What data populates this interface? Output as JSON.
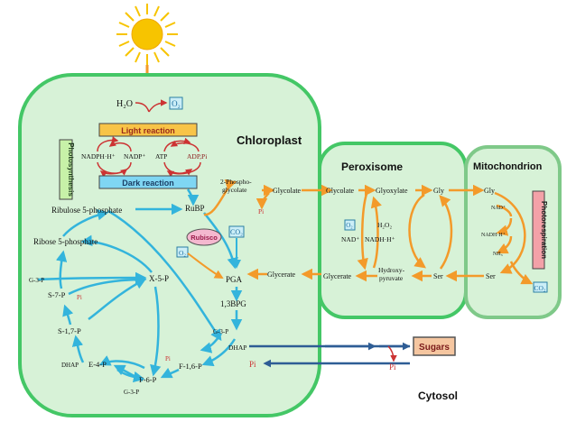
{
  "compartments": {
    "chloroplast": "Chloroplast",
    "peroxisome": "Peroxisome",
    "mitochondrion": "Mitochondrion",
    "cytosol": "Cytosol"
  },
  "boxes": {
    "photosynthesis": "Photosynthesis",
    "light_reaction": "Light reaction",
    "dark_reaction": "Dark reaction",
    "rubisco": "Rubisco",
    "sugars": "Sugars",
    "photorespiration": "Photorespiration"
  },
  "light": {
    "h2o": "H₂O",
    "o2": "O₂",
    "nadph": "NADPH·H⁺",
    "nadp": "NADP⁺",
    "atp": "ATP",
    "adp_pi": "ADP,Pi"
  },
  "calvin": {
    "rubp": "RuBP",
    "co2": "CO₂",
    "o2": "O₂",
    "pga": "PGA",
    "bpg": "1,3BPG",
    "g3p_a": "G-3-P",
    "dhap": "DHAP",
    "f16p": "F-1,6-P",
    "pi_f16": "Pi",
    "f6p": "F-6-P",
    "g3p_b": "G-3-P",
    "e4p": "E-4-P",
    "dhap_b": "DHAP",
    "s17p": "S-1,7-P",
    "s7p": "S-7-P",
    "pi_s7p": "Pi",
    "g3p_c": "G-3-P",
    "x5p": "X-5-P",
    "r5p": "Ribose 5-phosphate",
    "ru5p": "Ribulose 5-phosphate",
    "pi_export": "Pi"
  },
  "photoresp": {
    "phosphoglycolate": "2-Phospho-\nglycolate",
    "pi_pg": "Pi",
    "glycolate_chl": "Glycolate",
    "glycerate_chl": "Glycerate",
    "glycolate_per": "Glycolate",
    "glyoxylate": "Glyoxylate",
    "gly_per": "Gly",
    "o2_per": "O₂",
    "h2o2": "H₂O₂",
    "nad_per": "NAD⁺",
    "nadh_per": "NADH·H⁺",
    "glycerate_per": "Glycerate",
    "hydroxypyruvate": "Hydroxy-\npyruvate",
    "ser_per": "Ser",
    "gly_mit": "Gly",
    "nad_mit": "NAD⁺",
    "nadh_mit": "NADH·H⁺",
    "nh3": "NH₃",
    "ser_mit": "Ser",
    "co2_mit": "CO₂",
    "pi_cyt": "Pi"
  },
  "colors": {
    "membrane_fill": "#d7f2d7",
    "membrane_stroke": "#44c766",
    "calvin_arrow": "#33b4dc",
    "photoresp_arrow": "#f39a2a",
    "light_box": "#f8c447",
    "dark_box": "#7fd6f3",
    "export_arrow": "#2e5d95",
    "sun": "#f7c400"
  }
}
